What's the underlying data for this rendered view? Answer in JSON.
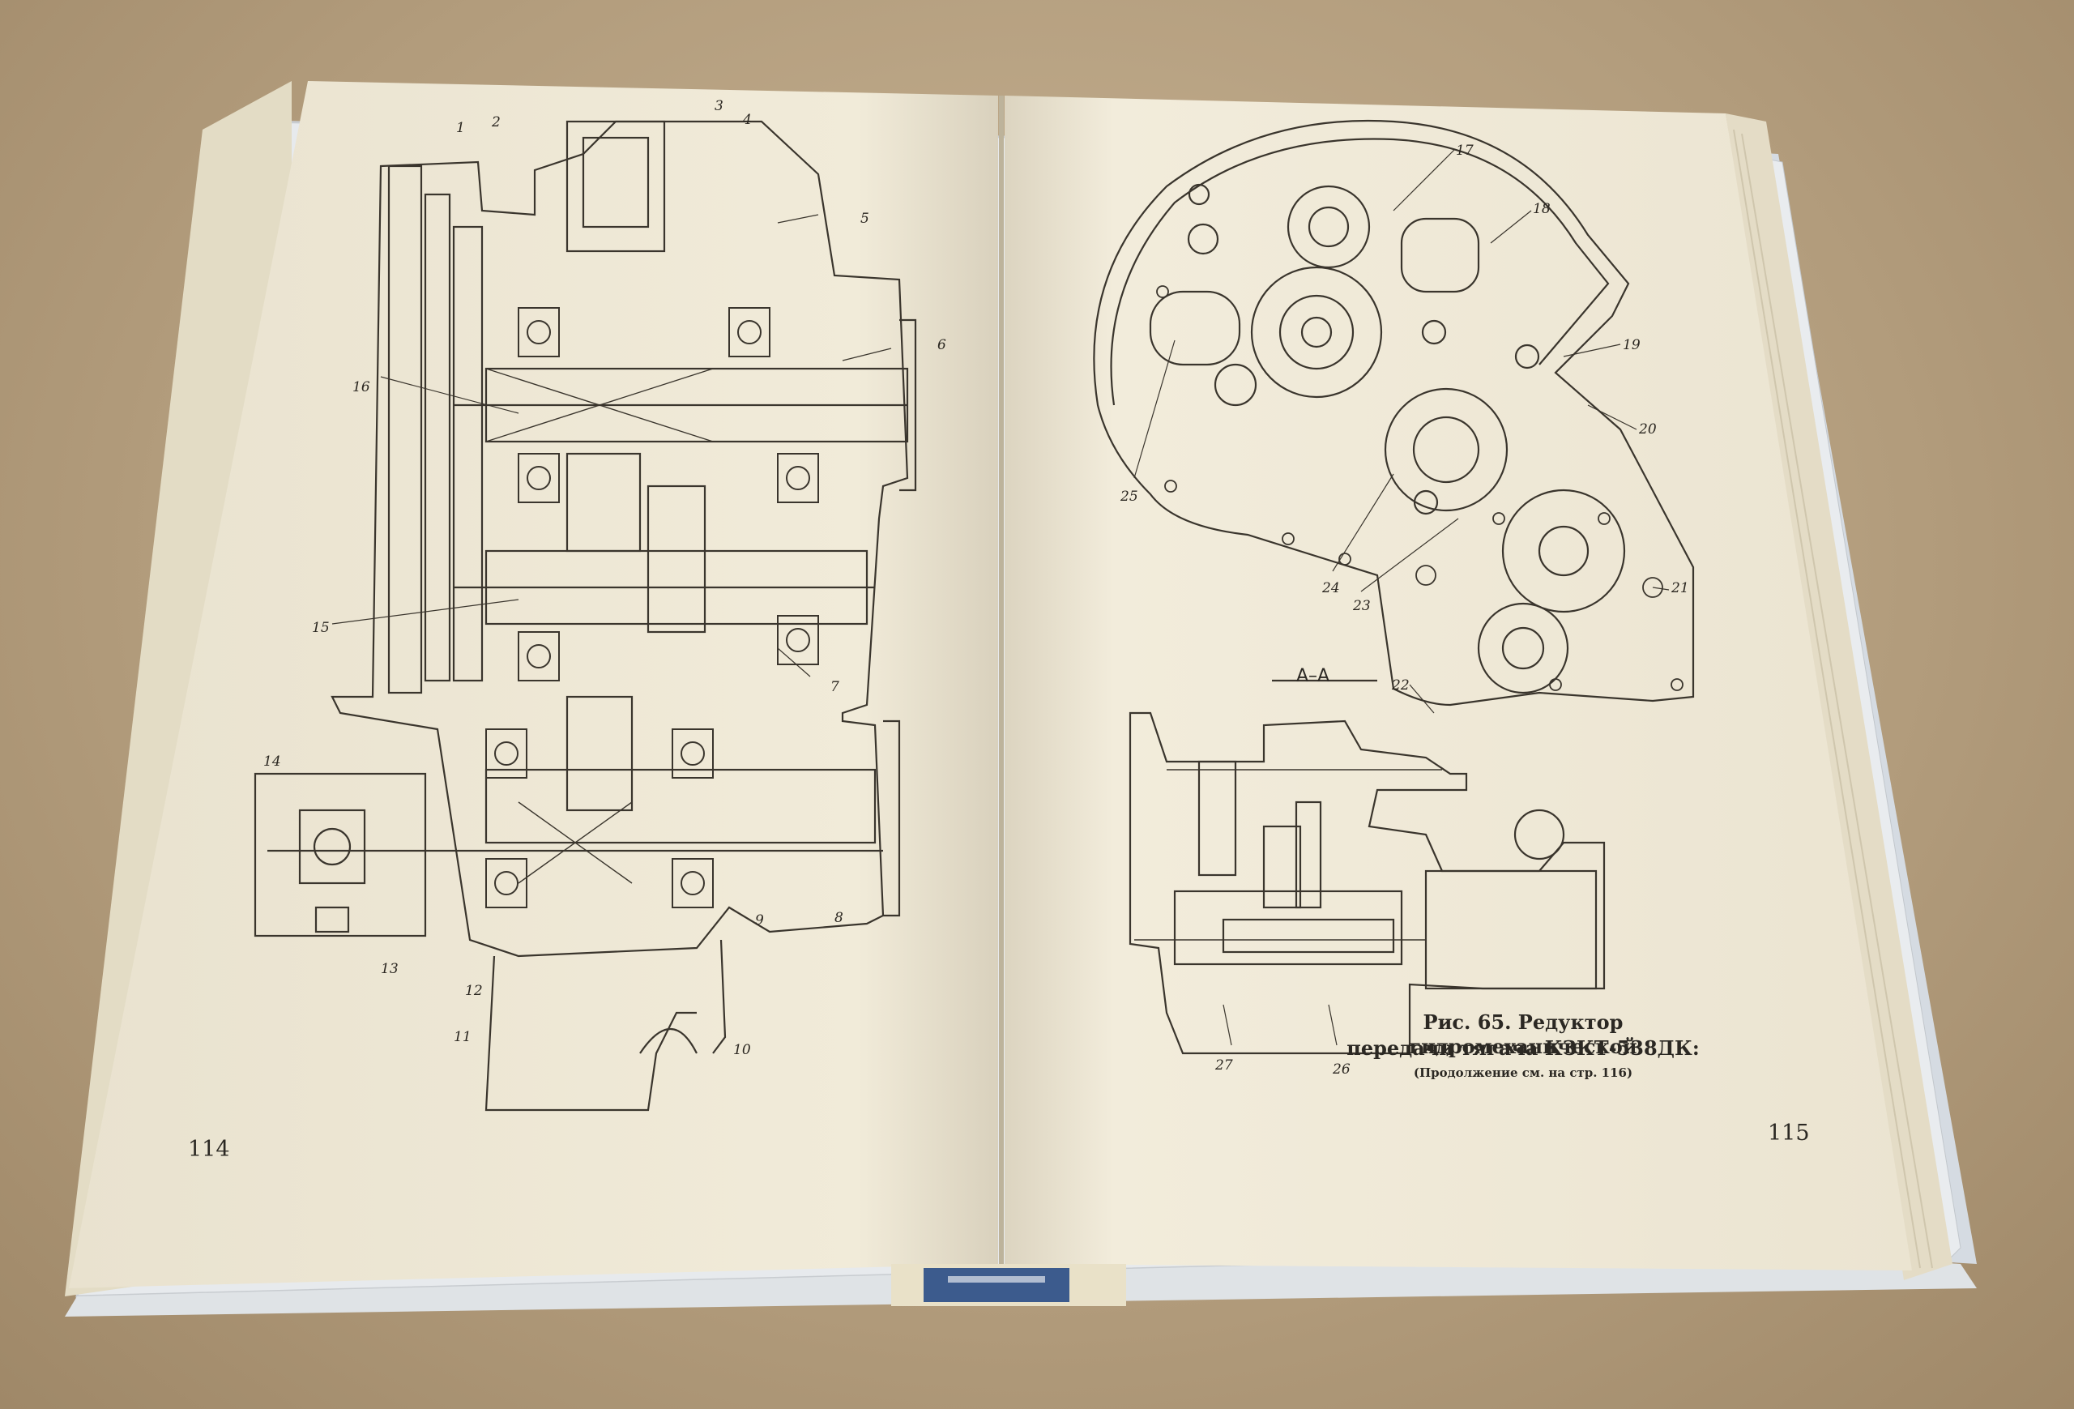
{
  "book": {
    "left_page": {
      "page_number": "114"
    },
    "right_page": {
      "page_number": "115",
      "section_label": "А–А",
      "caption_line1": "Рис. 65. Редуктор гидромеханической",
      "caption_line2": "передачи тягача КЗКТ-538ДК:",
      "caption_note": "(Продолжение см. на стр. 116)"
    }
  },
  "callouts": {
    "left": [
      "1",
      "2",
      "3",
      "4",
      "5",
      "6",
      "16",
      "15",
      "7",
      "14",
      "13",
      "12",
      "11",
      "10",
      "9",
      "8"
    ],
    "right": [
      "17",
      "18",
      "19",
      "20",
      "21",
      "25",
      "24",
      "23",
      "22",
      "27",
      "26"
    ]
  },
  "colors": {
    "table": "#b9a383",
    "paper": "#f1ebd9",
    "cover": "#e9ecef",
    "ink": "#2b2823"
  }
}
